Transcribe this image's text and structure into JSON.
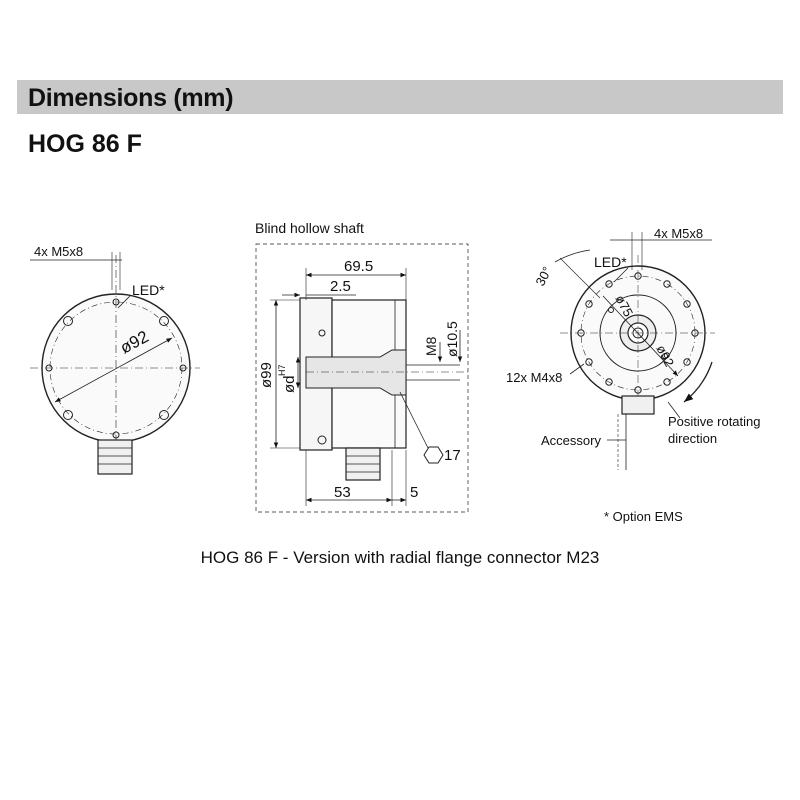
{
  "header": {
    "title": "Dimensions  (mm)",
    "model": "HOG 86 F"
  },
  "front_view": {
    "thread": "4x M5x8",
    "led": "LED*",
    "diameter": "ø92"
  },
  "side_view": {
    "title": "Blind hollow shaft",
    "length_total": "69.5",
    "offset": "2.5",
    "diameter_outer": "ø99",
    "bore": "ød",
    "bore_tol": "H7",
    "thread": "M8",
    "diameter_shaft": "ø10.5",
    "hex": "17",
    "length_a": "53",
    "length_b": "5"
  },
  "rear_view": {
    "thread": "4x M5x8",
    "led": "LED*",
    "angle": "30°",
    "diameter_small": "ø75",
    "diameter_large": "ø92",
    "holes": "12x M4x8",
    "rotation_line1": "Positive rotating",
    "rotation_line2": "direction",
    "accessory": "Accessory"
  },
  "footnote": "* Option EMS",
  "caption": "HOG 86 F - Version with radial flange connector M23"
}
